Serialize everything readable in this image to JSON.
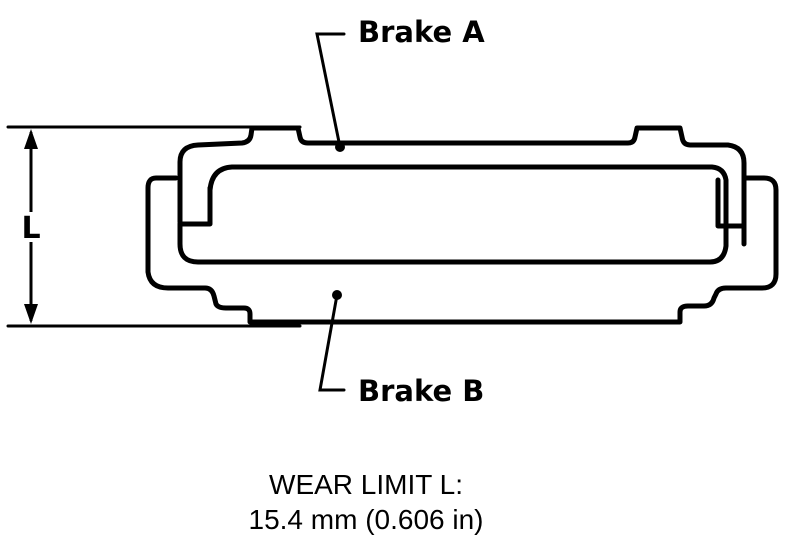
{
  "labels": {
    "brake_a": "Brake A",
    "brake_b": "Brake B",
    "dimension": "L"
  },
  "caption": {
    "line1": "WEAR LIMIT L:",
    "line2": "15.4 mm (0.606 in)"
  }
}
